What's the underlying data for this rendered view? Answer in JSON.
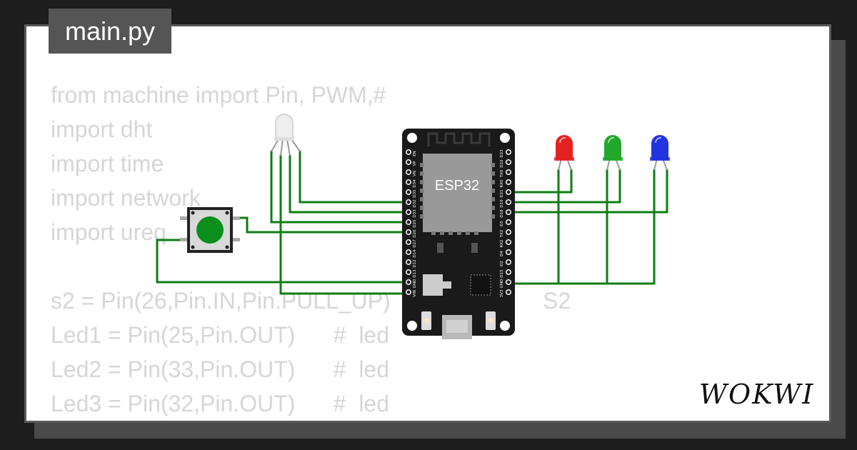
{
  "file_tab": {
    "label": "main.py"
  },
  "code_lines": [
    "from machine import Pin, PWM,#",
    "import dht",
    "import time",
    "import network",
    "import ureq",
    "",
    "s2 = Pin(26,Pin.IN,Pin.PULL_UP)                        S2",
    "Led1 = Pin(25,Pin.OUT)      #  led",
    "Led2 = Pin(33,Pin.OUT)      #  led",
    "Led3 = Pin(32,Pin.OUT)      #  led"
  ],
  "board": {
    "name": "ESP32",
    "left_pins": [
      "EN",
      "VP",
      "VN",
      "D34",
      "D35",
      "D32",
      "D33",
      "D25",
      "D26",
      "D27",
      "D14",
      "D12",
      "D13",
      "GND",
      "VIN"
    ],
    "right_pins": [
      "D23",
      "D22",
      "TX0",
      "RX0",
      "D21",
      "D19",
      "D18",
      "D5",
      "TX2",
      "RX2",
      "D4",
      "D2",
      "D15",
      "GND",
      "3V3"
    ]
  },
  "leds": [
    {
      "name": "led-red",
      "color": "#e52222"
    },
    {
      "name": "led-green",
      "color": "#22a82a"
    },
    {
      "name": "led-blue",
      "color": "#2233e0"
    }
  ],
  "rgb_led": {
    "color": "#eeeeee"
  },
  "pushbutton": {
    "color": "#0a8f1c"
  },
  "wire_color": "#0e7d15",
  "brand": {
    "name": "WOKWI"
  }
}
